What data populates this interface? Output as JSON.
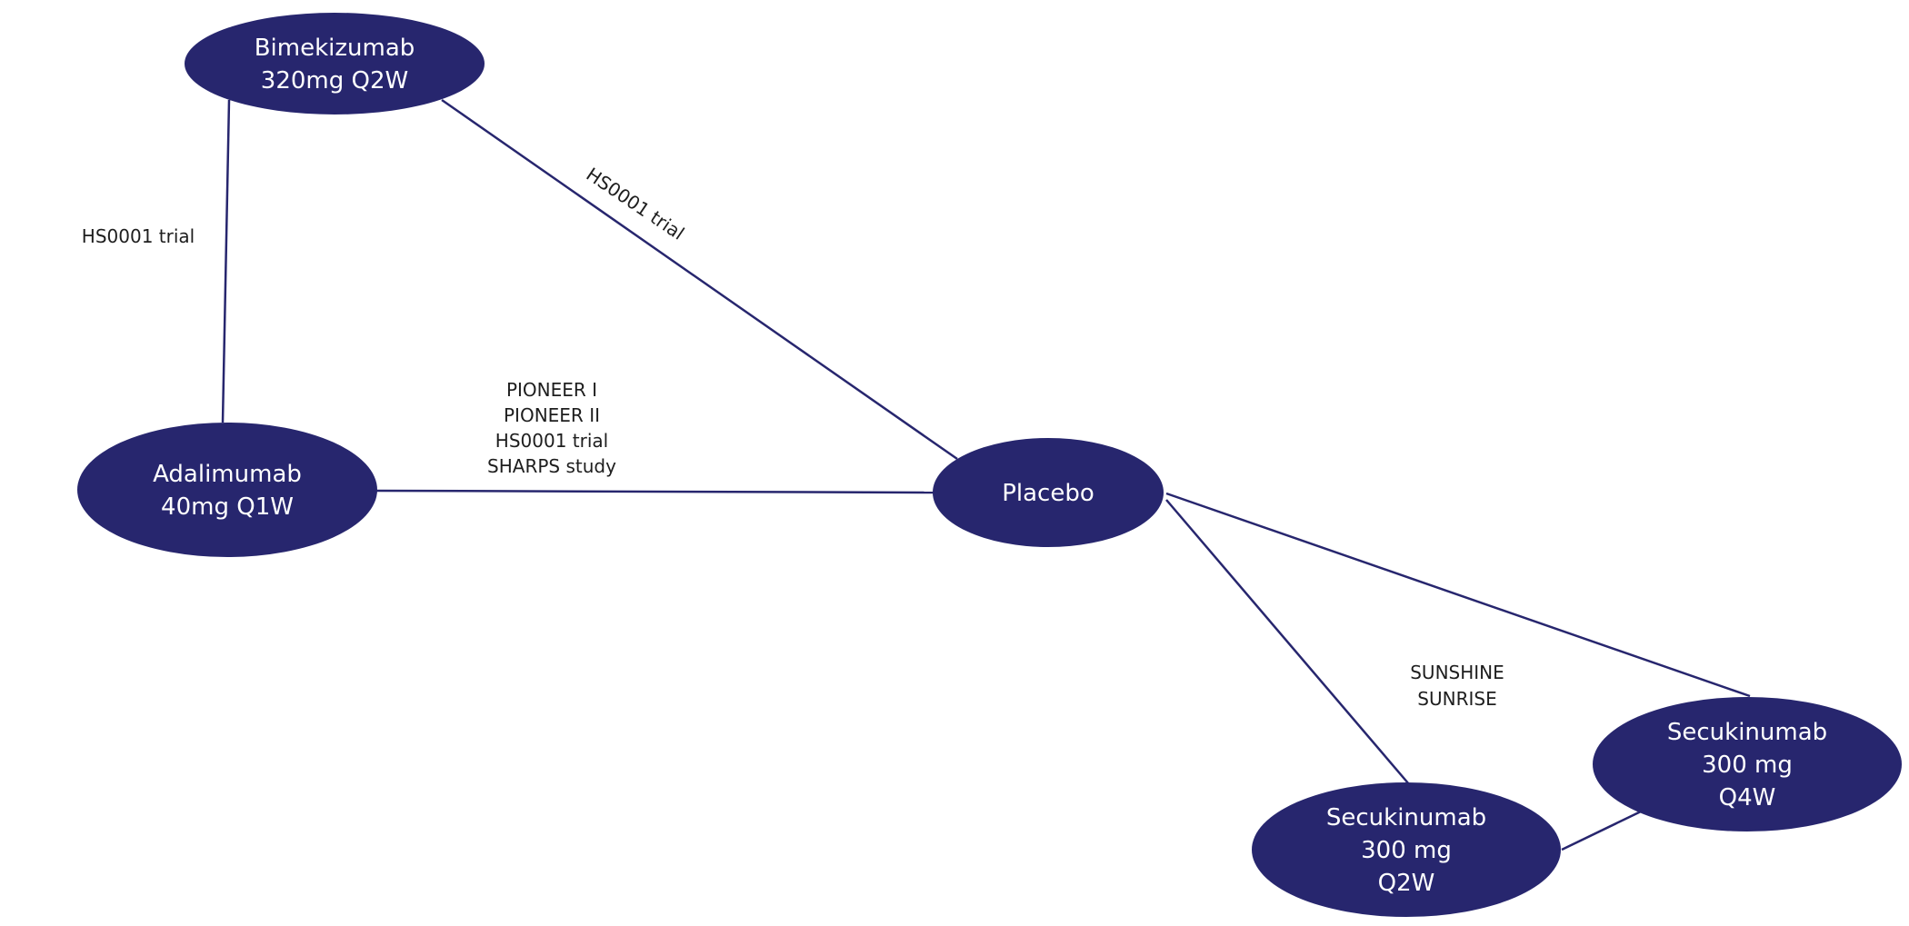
{
  "colors": {
    "node_fill": "#27266e",
    "edge": "#27266e",
    "node_text": "#ffffff",
    "edge_text": "#1e1e1e"
  },
  "nodes": [
    {
      "id": "bimekizumab",
      "lines": [
        "Bimekizumab",
        "320mg Q2W"
      ]
    },
    {
      "id": "adalimumab",
      "lines": [
        "Adalimumab",
        "40mg Q1W"
      ]
    },
    {
      "id": "placebo",
      "lines": [
        "Placebo"
      ]
    },
    {
      "id": "secukinumab-q2w",
      "lines": [
        "Secukinumab",
        "300 mg",
        "Q2W"
      ]
    },
    {
      "id": "secukinumab-q4w",
      "lines": [
        "Secukinumab",
        "300 mg",
        "Q4W"
      ]
    }
  ],
  "edges": [
    {
      "id": "bimekizumab-adalimumab",
      "from": "bimekizumab",
      "to": "adalimumab",
      "label_lines": [
        "HS0001 trial"
      ]
    },
    {
      "id": "bimekizumab-placebo",
      "from": "bimekizumab",
      "to": "placebo",
      "label_lines": [
        "HS0001 trial"
      ]
    },
    {
      "id": "adalimumab-placebo",
      "from": "adalimumab",
      "to": "placebo",
      "label_lines": [
        "PIONEER I",
        "PIONEER II",
        "HS0001 trial",
        "SHARPS study"
      ]
    },
    {
      "id": "placebo-secukinumab-q2w",
      "from": "placebo",
      "to": "secukinumab-q2w",
      "label_lines": [
        "SUNSHINE",
        "SUNRISE"
      ]
    },
    {
      "id": "placebo-secukinumab-q4w",
      "from": "placebo",
      "to": "secukinumab-q4w",
      "label_lines": []
    },
    {
      "id": "secukinumab-q2w-q4w",
      "from": "secukinumab-q2w",
      "to": "secukinumab-q4w",
      "label_lines": []
    }
  ]
}
